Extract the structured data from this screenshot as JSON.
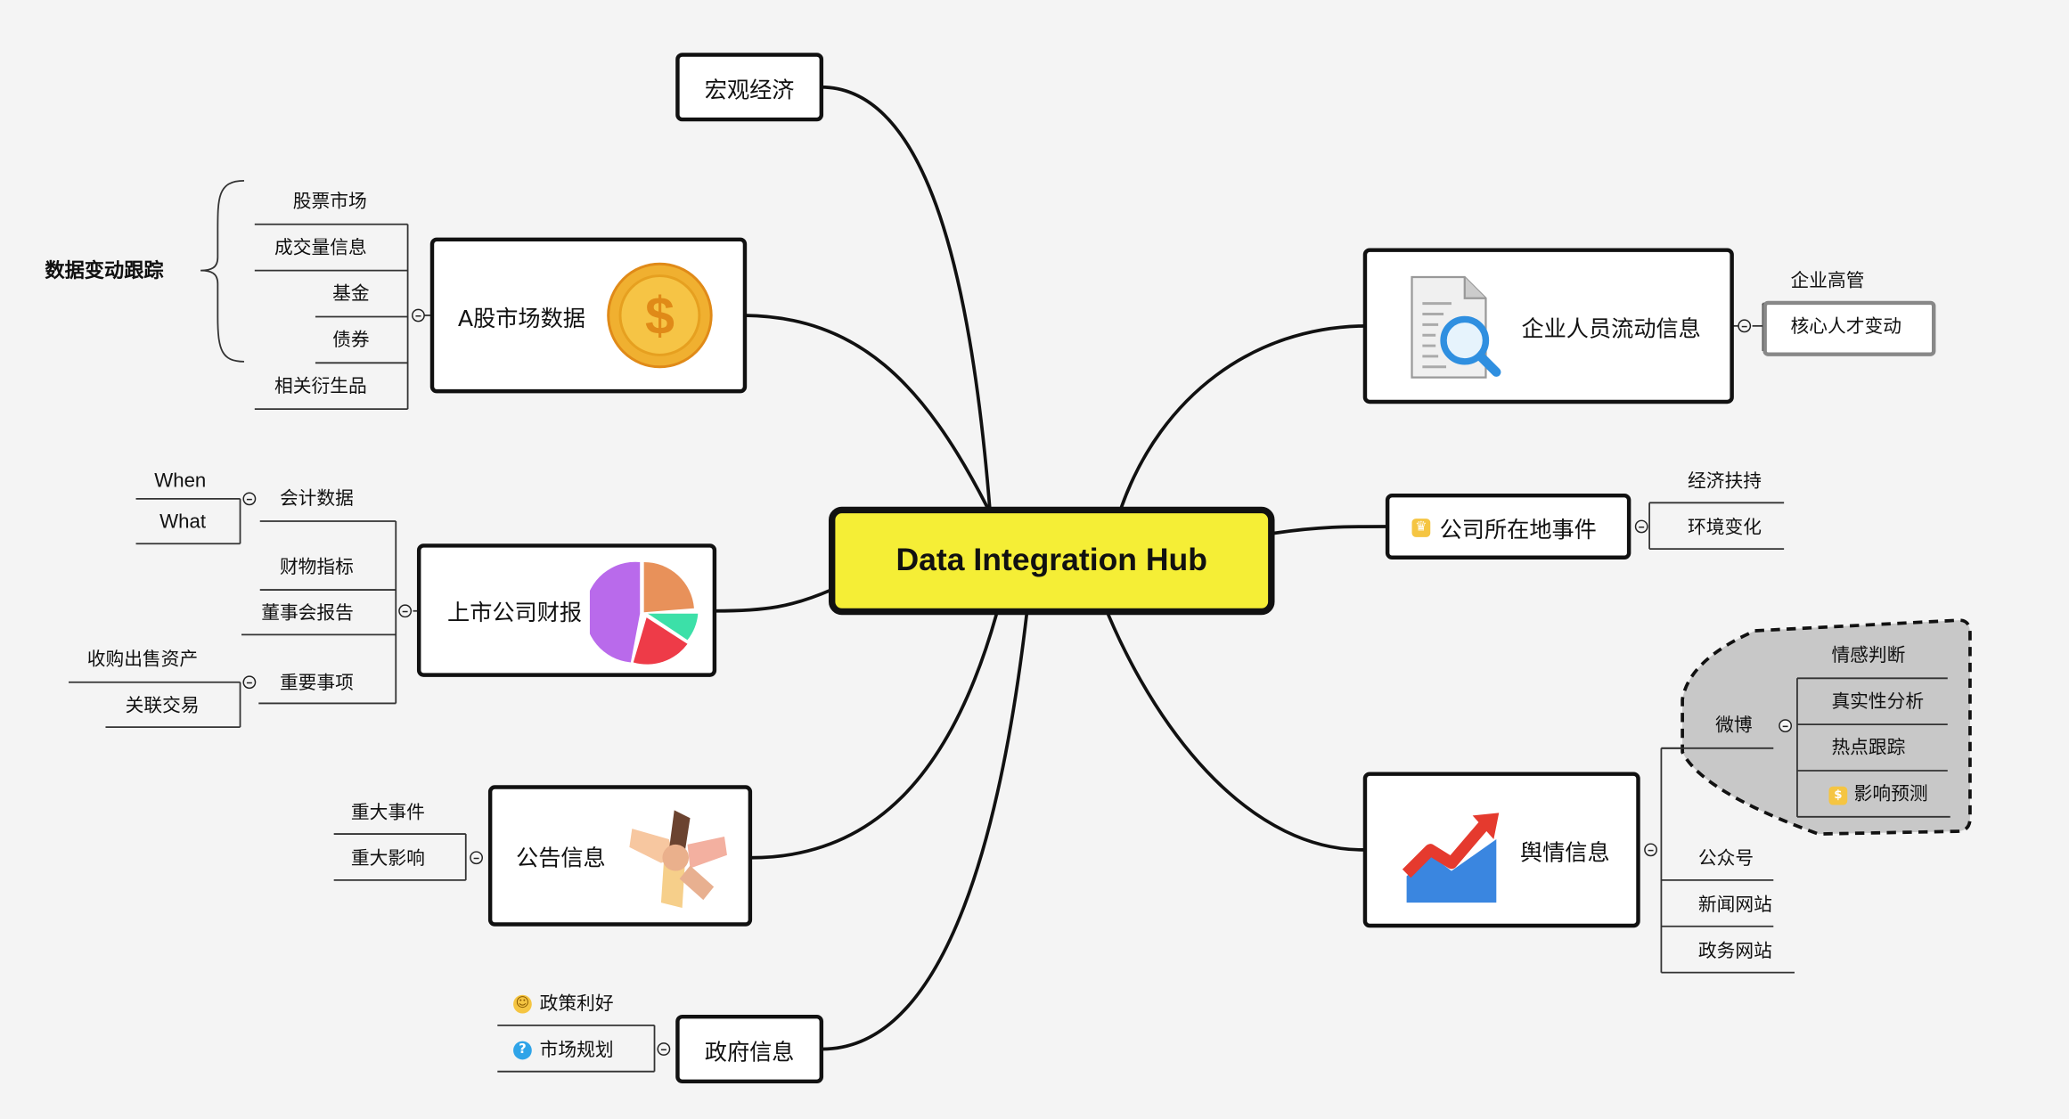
{
  "hub": {
    "title": "Data Integration Hub"
  },
  "left": {
    "macro": {
      "label": "宏观经济"
    },
    "market": {
      "label": "A股市场数据",
      "icon": "dollar-coin-icon",
      "items": [
        "股票市场",
        "成交量信息",
        "基金",
        "债券",
        "相关衍生品"
      ],
      "group_label": "数据变动跟踪"
    },
    "financials": {
      "label": "上市公司财报",
      "icon": "pie-chart-icon",
      "accounting": {
        "label": "会计数据",
        "sub": [
          "When",
          "What"
        ]
      },
      "indicators": "财物指标",
      "board_report": "董事会报告",
      "major": {
        "label": "重要事项",
        "sub": [
          "收购出售资产",
          "关联交易"
        ]
      }
    },
    "announcement": {
      "label": "公告信息",
      "icon": "teamwork-hands-icon",
      "items": [
        "重大事件",
        "重大影响"
      ]
    },
    "government": {
      "label": "政府信息",
      "items": [
        {
          "label": "政策利好",
          "icon": "smiley-icon"
        },
        {
          "label": "市场规划",
          "icon": "question-icon"
        }
      ]
    }
  },
  "right": {
    "personnel": {
      "label": "企业人员流动信息",
      "icon": "document-search-icon",
      "items": [
        "企业高管",
        "核心人才变动"
      ]
    },
    "location": {
      "label": "公司所在地事件",
      "icon": "trophy-icon",
      "items": [
        "经济扶持",
        "环境变化"
      ]
    },
    "opinion": {
      "label": "舆情信息",
      "icon": "trend-chart-icon",
      "weibo": {
        "label": "微博",
        "items": [
          "情感判断",
          "真实性分析",
          "热点跟踪",
          "影响预测"
        ],
        "last_icon": "dollar-icon"
      },
      "others": [
        "公众号",
        "新闻网站",
        "政务网站"
      ]
    }
  }
}
